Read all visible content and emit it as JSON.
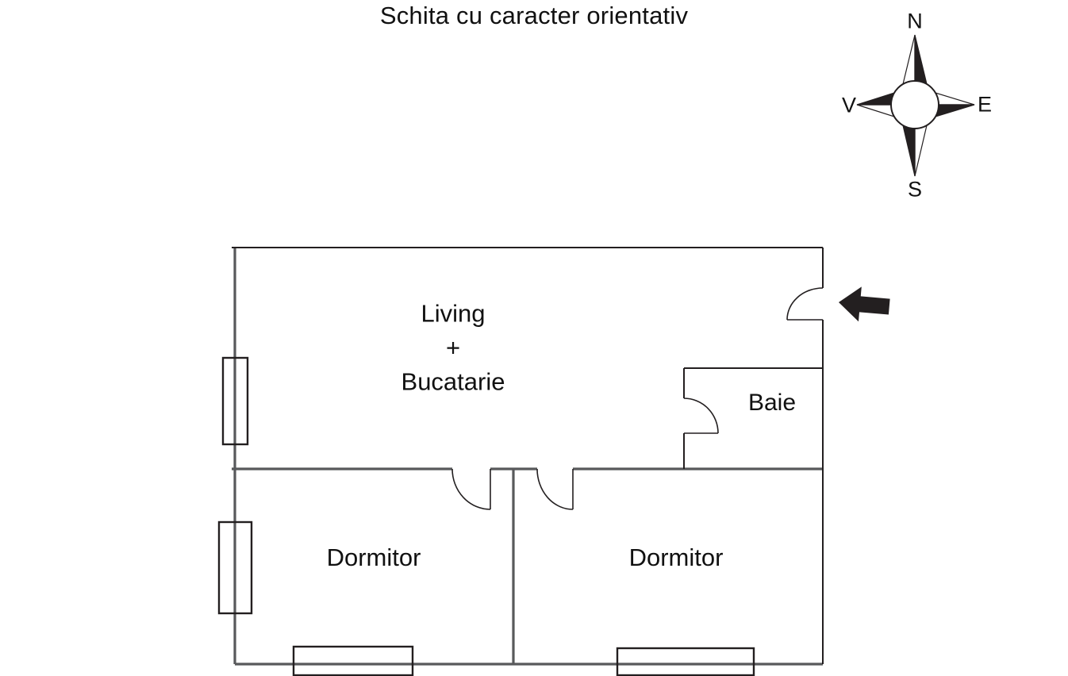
{
  "title": "Schita cu caracter orientativ",
  "compass": {
    "north": "N",
    "east": "E",
    "south": "S",
    "west": "V"
  },
  "rooms": {
    "living_kitchen": {
      "line1": "Living",
      "line2": "+",
      "line3": "Bucatarie"
    },
    "bathroom": {
      "label": "Baie"
    },
    "bedroom_left": {
      "label": "Dormitor"
    },
    "bedroom_right": {
      "label": "Dormitor"
    }
  },
  "icons": {
    "entrance_arrow": "left-arrow",
    "compass_rose": "compass-rose"
  },
  "colors": {
    "wall_gray": "#58595b",
    "line_black": "#231f20",
    "background": "#ffffff"
  }
}
